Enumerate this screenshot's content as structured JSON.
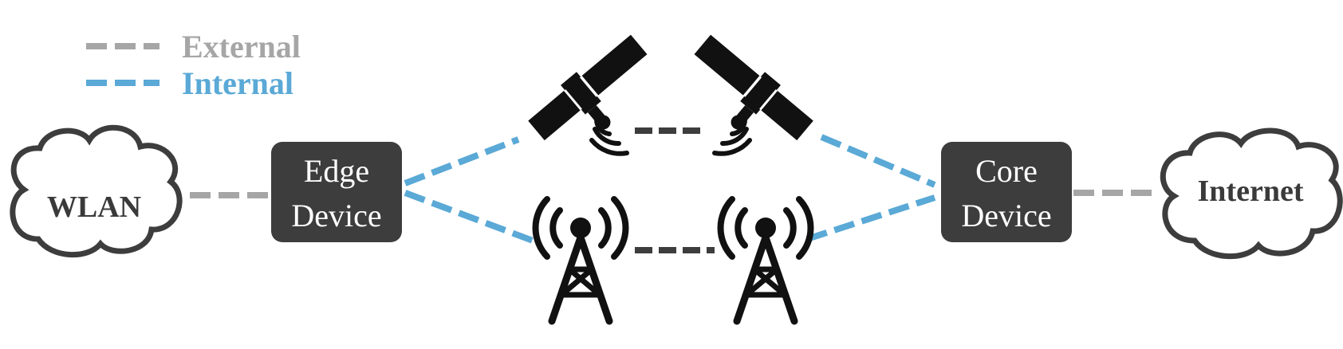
{
  "legend": {
    "external_label": "External",
    "internal_label": "Internal"
  },
  "nodes": {
    "wlan": "WLAN",
    "edge_line1": "Edge",
    "edge_line2": "Device",
    "core_line1": "Core",
    "core_line2": "Device",
    "internet": "Internet"
  },
  "icons": [
    "satellite-icon",
    "satellite-icon",
    "cell-tower-icon",
    "cell-tower-icon",
    "cloud-icon"
  ],
  "colors": {
    "external": "#a6a6a6",
    "internal": "#5aa9d6",
    "device_box": "#3d3d3d",
    "link": "#3d3d3d"
  }
}
